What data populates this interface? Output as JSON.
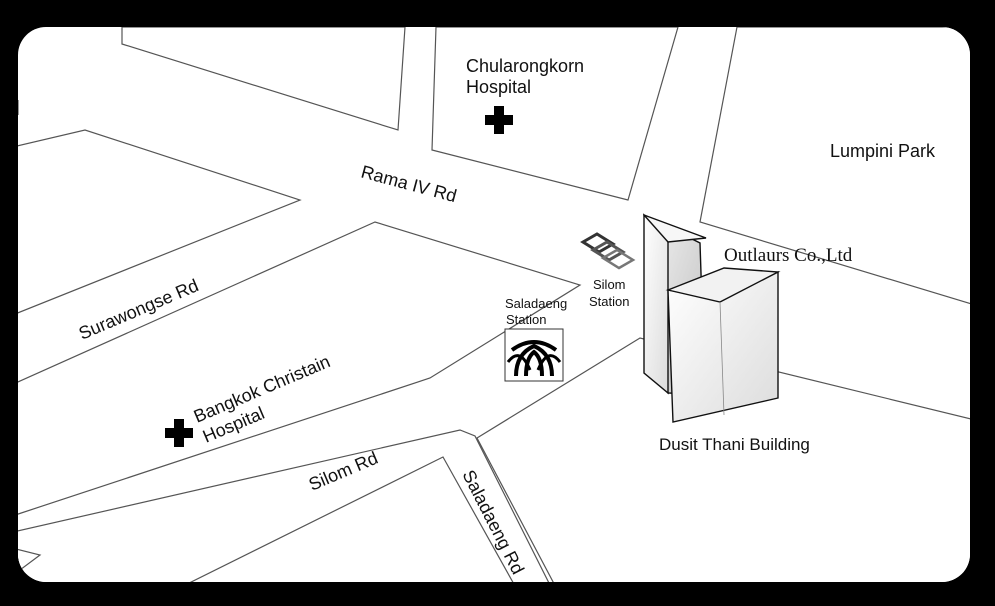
{
  "map": {
    "roads": {
      "rama_iv": "Rama IV Rd",
      "surawongse": "Surawongse Rd",
      "silom": "Silom Rd",
      "saladaeng": "Saladaeng Rd"
    },
    "places": {
      "chulalongkorn_line1": "Chularongkorn",
      "chulalongkorn_line2": "Hospital",
      "lumpini": "Lumpini Park",
      "company": "Outlaurs Co.,Ltd",
      "silom_station_line1": "Silom",
      "silom_station_line2": "Station",
      "saladaeng_station_line1": "Saladaeng",
      "saladaeng_station_line2": "Station",
      "bangkok_christian_line1": "Bangkok Christain",
      "bangkok_christian_line2": "Hospital",
      "dusit_thani": "Dusit Thani Building"
    },
    "icons": {
      "hospital": "hospital-cross-icon",
      "mrt": "mrt-logo-icon",
      "bts": "bts-logo-icon"
    },
    "colors": {
      "background": "#000000",
      "map_fill": "#ffffff",
      "road_line": "#555555",
      "text": "#111111"
    }
  }
}
